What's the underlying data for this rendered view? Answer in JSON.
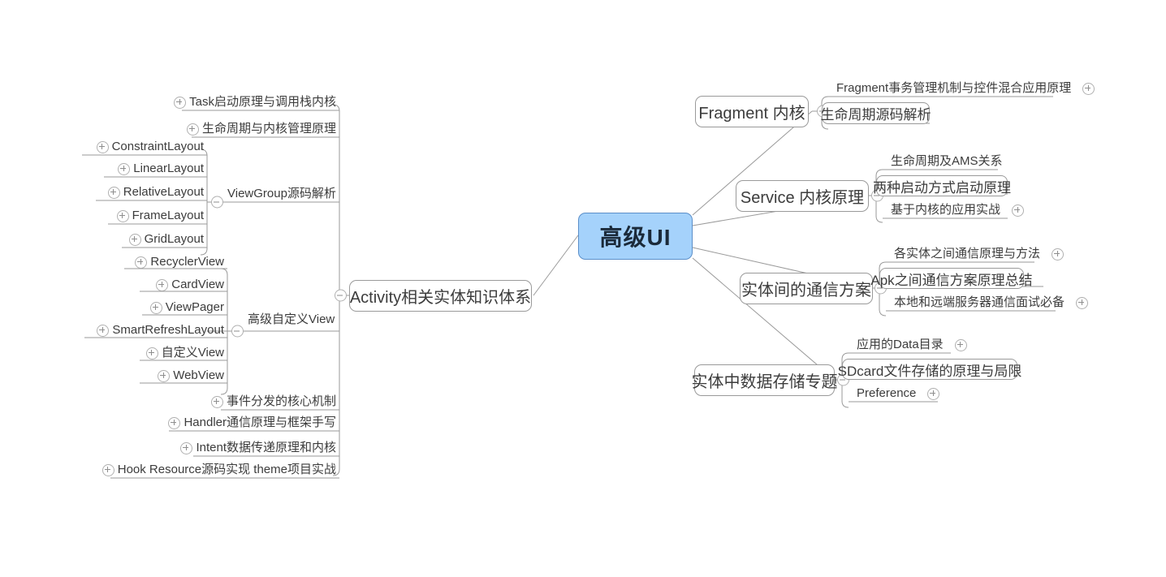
{
  "meta": {
    "title": "高级UI 思维导图",
    "accent_color": "#a5d2fb",
    "accent_border_color": "#5b8fc9",
    "line_color": "#9a9a9a",
    "text_color": "#3c3c3c"
  },
  "root": {
    "label": "高级UI"
  },
  "icons": {
    "expand": "plus-circle-icon",
    "collapse": "minus-circle-icon"
  },
  "left_branch": {
    "label": "Activity相关实体知识体系",
    "toggle": "collapse",
    "children": [
      {
        "label": "Task启动原理与调用栈内核",
        "toggle": "expand"
      },
      {
        "label": "生命周期与内核管理原理",
        "toggle": "expand"
      },
      {
        "label": "ViewGroup源码解析",
        "toggle": "collapse",
        "children": [
          {
            "label": "ConstraintLayout",
            "toggle": "expand"
          },
          {
            "label": "LinearLayout",
            "toggle": "expand"
          },
          {
            "label": "RelativeLayout",
            "toggle": "expand"
          },
          {
            "label": "FrameLayout",
            "toggle": "expand"
          },
          {
            "label": "GridLayout",
            "toggle": "expand"
          }
        ]
      },
      {
        "label": "高级自定义View",
        "toggle": "collapse",
        "children": [
          {
            "label": "RecyclerView",
            "toggle": "expand"
          },
          {
            "label": "CardView",
            "toggle": "expand"
          },
          {
            "label": "ViewPager",
            "toggle": "expand"
          },
          {
            "label": "SmartRefreshLayout",
            "toggle": "expand"
          },
          {
            "label": "自定义View",
            "toggle": "expand"
          },
          {
            "label": "WebView",
            "toggle": "expand"
          }
        ]
      },
      {
        "label": "事件分发的核心机制",
        "toggle": "expand"
      },
      {
        "label": "Handler通信原理与框架手写",
        "toggle": "expand"
      },
      {
        "label": "Intent数据传递原理和内核",
        "toggle": "expand"
      },
      {
        "label": "Hook Resource源码实现 theme项目实战",
        "toggle": "expand"
      }
    ]
  },
  "right_branches": [
    {
      "label": "Fragment 内核",
      "toggle": "collapse",
      "children": [
        {
          "label": "Fragment事务管理机制与控件混合应用原理",
          "toggle": "expand",
          "boxed": false
        },
        {
          "label": "生命周期源码解析",
          "toggle": "none",
          "boxed": true
        }
      ]
    },
    {
      "label": "Service 内核原理",
      "toggle": "collapse",
      "children": [
        {
          "label": "生命周期及AMS关系",
          "toggle": "none",
          "boxed": false
        },
        {
          "label": "两种启动方式启动原理",
          "toggle": "none",
          "boxed": true
        },
        {
          "label": "基于内核的应用实战",
          "toggle": "expand",
          "boxed": false
        }
      ]
    },
    {
      "label": "实体间的通信方案",
      "toggle": "collapse",
      "children": [
        {
          "label": "各实体之间通信原理与方法",
          "toggle": "expand",
          "boxed": false
        },
        {
          "label": "Apk之间通信方案原理总结",
          "toggle": "expand",
          "boxed": true
        },
        {
          "label": "本地和远端服务器通信面试必备",
          "toggle": "expand",
          "boxed": false
        }
      ]
    },
    {
      "label": "实体中数据存储专题",
      "toggle": "collapse",
      "children": [
        {
          "label": "应用的Data目录",
          "toggle": "expand",
          "boxed": false
        },
        {
          "label": "SDcard文件存储的原理与局限",
          "toggle": "none",
          "boxed": true
        },
        {
          "label": "Preference",
          "toggle": "expand",
          "boxed": false
        }
      ]
    }
  ]
}
